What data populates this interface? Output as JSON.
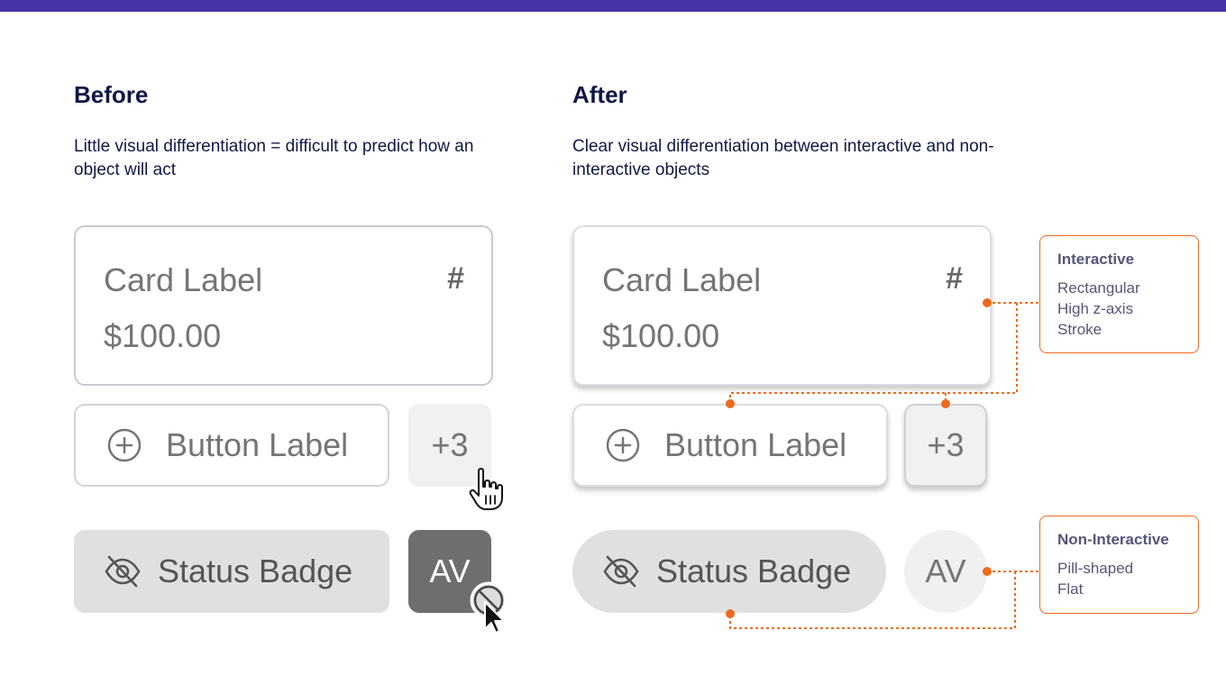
{
  "before": {
    "title": "Before",
    "description": "Little visual differentiation = difficult to predict how an object will act",
    "card": {
      "label": "Card Label",
      "hash": "#",
      "value": "$100.00"
    },
    "button": {
      "label": "Button Label"
    },
    "counter": "+3",
    "badge": {
      "label": "Status Badge"
    },
    "avatar": "AV"
  },
  "after": {
    "title": "After",
    "description": "Clear visual differentiation between interactive and non-interactive objects",
    "card": {
      "label": "Card Label",
      "hash": "#",
      "value": "$100.00"
    },
    "button": {
      "label": "Button Label"
    },
    "counter": "+3",
    "badge": {
      "label": "Status Badge"
    },
    "avatar": "AV"
  },
  "callouts": {
    "interactive": {
      "title": "Interactive",
      "lines": [
        "Rectangular",
        "High z-axis",
        "Stroke"
      ]
    },
    "non_interactive": {
      "title": "Non-Interactive",
      "lines": [
        "Pill-shaped",
        "Flat"
      ]
    }
  },
  "colors": {
    "accent_bar": "#4733a8",
    "connector": "#ee6a1c",
    "heading": "#101746"
  },
  "icons": {
    "button": "plus-circle-icon",
    "badge": "eye-off-icon",
    "cursor_pointer": "hand-pointer-icon",
    "cursor_not_allowed": "not-allowed-cursor-icon"
  }
}
